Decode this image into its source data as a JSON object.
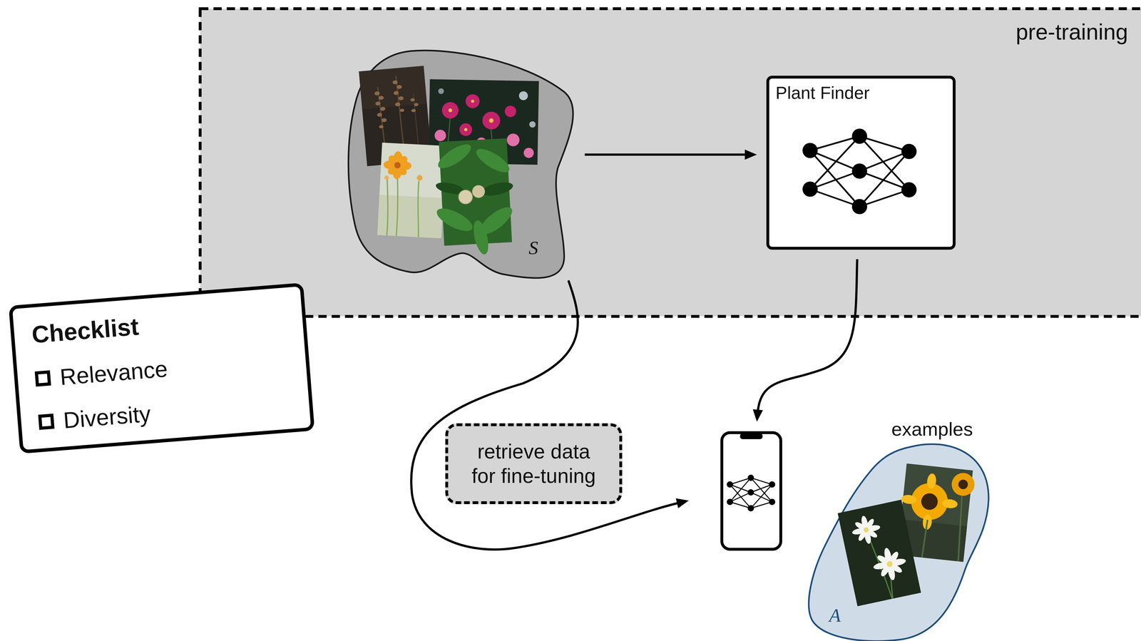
{
  "diagram": {
    "nodes": [
      {
        "text": [
          "pre-training"
        ]
      },
      {
        "text": [
          "S"
        ],
        "in": 0
      },
      {
        "text": [
          "Plant Finder"
        ],
        "in": 0
      },
      {
        "text": [
          "Checklist",
          "Relevance",
          "Diversity"
        ]
      },
      {
        "text": []
      },
      {
        "text": [
          "examples",
          "A"
        ]
      }
    ],
    "edges": [
      {
        "from": 1,
        "to": 2,
        "arrow": "to"
      },
      {
        "from": 2,
        "to": 4,
        "arrow": "to"
      },
      {
        "from": 1,
        "to": 4,
        "arrow": "to",
        "label": "retrieve data for fine-tuning"
      }
    ]
  }
}
